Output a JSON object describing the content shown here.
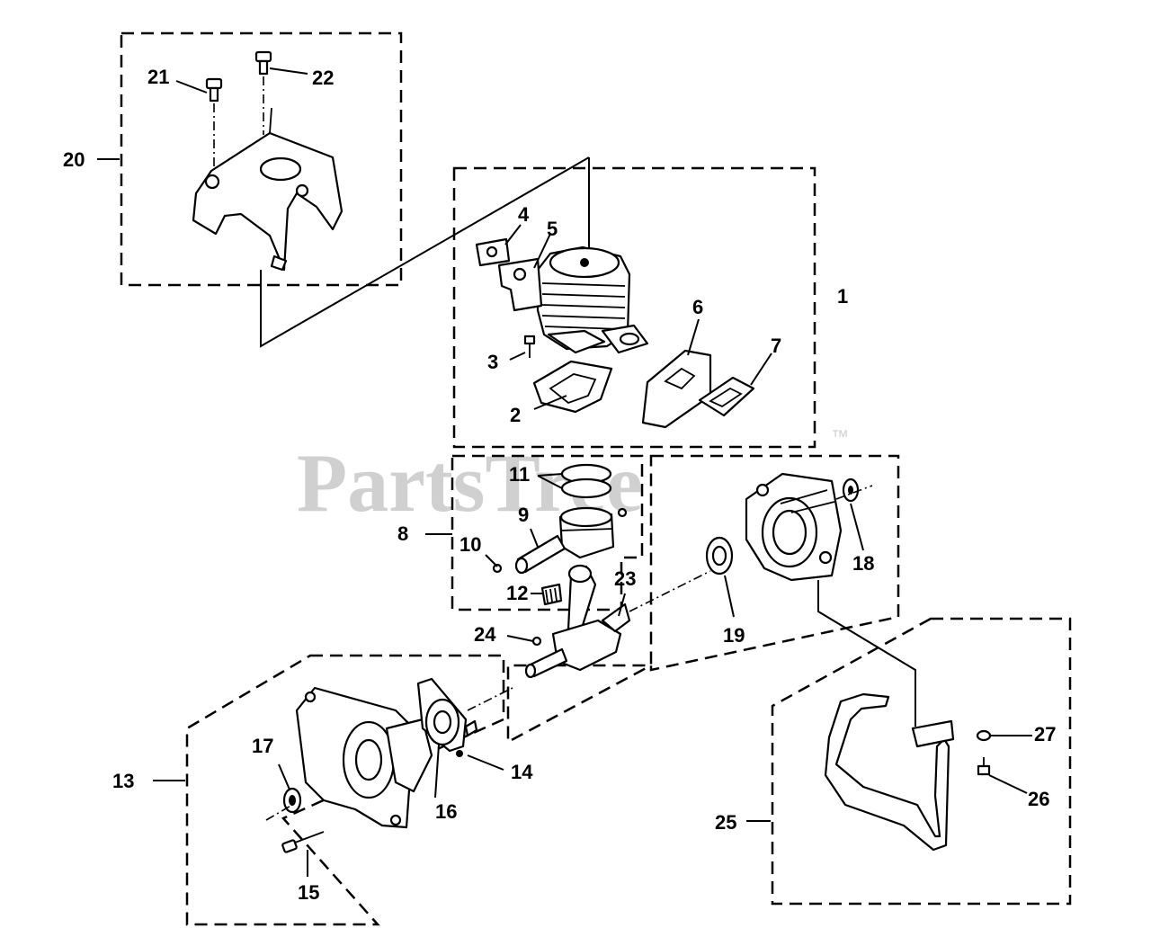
{
  "watermark": {
    "text": "PartsTree",
    "trademark": "™"
  },
  "callouts": [
    "1",
    "2",
    "3",
    "4",
    "5",
    "6",
    "7",
    "8",
    "9",
    "10",
    "11",
    "12",
    "13",
    "14",
    "15",
    "16",
    "17",
    "18",
    "19",
    "20",
    "21",
    "22",
    "23",
    "24",
    "25",
    "26",
    "27"
  ]
}
